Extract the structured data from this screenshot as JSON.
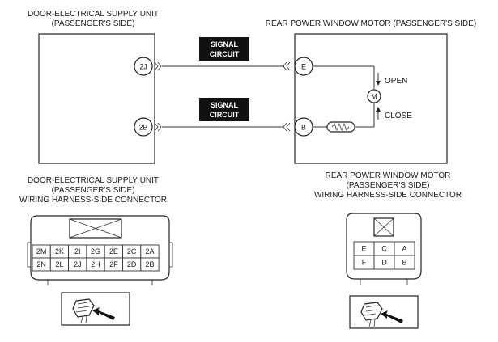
{
  "labels": {
    "unit_title_1": "DOOR-ELECTRICAL SUPPLY UNIT",
    "unit_title_2": "(PASSENGER'S SIDE)",
    "motor_title": "REAR POWER WINDOW MOTOR (PASSENGER'S SIDE)",
    "signal_1": "SIGNAL",
    "signal_2": "CIRCUIT",
    "open": "OPEN",
    "close": "CLOSE",
    "motor_symbol": "M"
  },
  "pins": {
    "unit_top": "2J",
    "unit_bottom": "2B",
    "motor_top": "E",
    "motor_bottom": "B"
  },
  "left_connector": {
    "title_1": "DOOR-ELECTRICAL SUPPLY UNIT",
    "title_2": "(PASSENGER'S SIDE)",
    "title_3": "WIRING HARNESS-SIDE CONNECTOR",
    "rows": [
      [
        "2M",
        "2K",
        "2I",
        "2G",
        "2E",
        "2C",
        "2A"
      ],
      [
        "2N",
        "2L",
        "2J",
        "2H",
        "2F",
        "2D",
        "2B"
      ]
    ]
  },
  "right_connector": {
    "title_1": "REAR POWER WINDOW MOTOR",
    "title_2": "(PASSENGER'S SIDE)",
    "title_3": "WIRING HARNESS-SIDE CONNECTOR",
    "rows": [
      [
        "E",
        "C",
        "A"
      ],
      [
        "F",
        "D",
        "B"
      ]
    ]
  },
  "icons": [
    "connector-probe-icon",
    "connector-probe-icon"
  ]
}
